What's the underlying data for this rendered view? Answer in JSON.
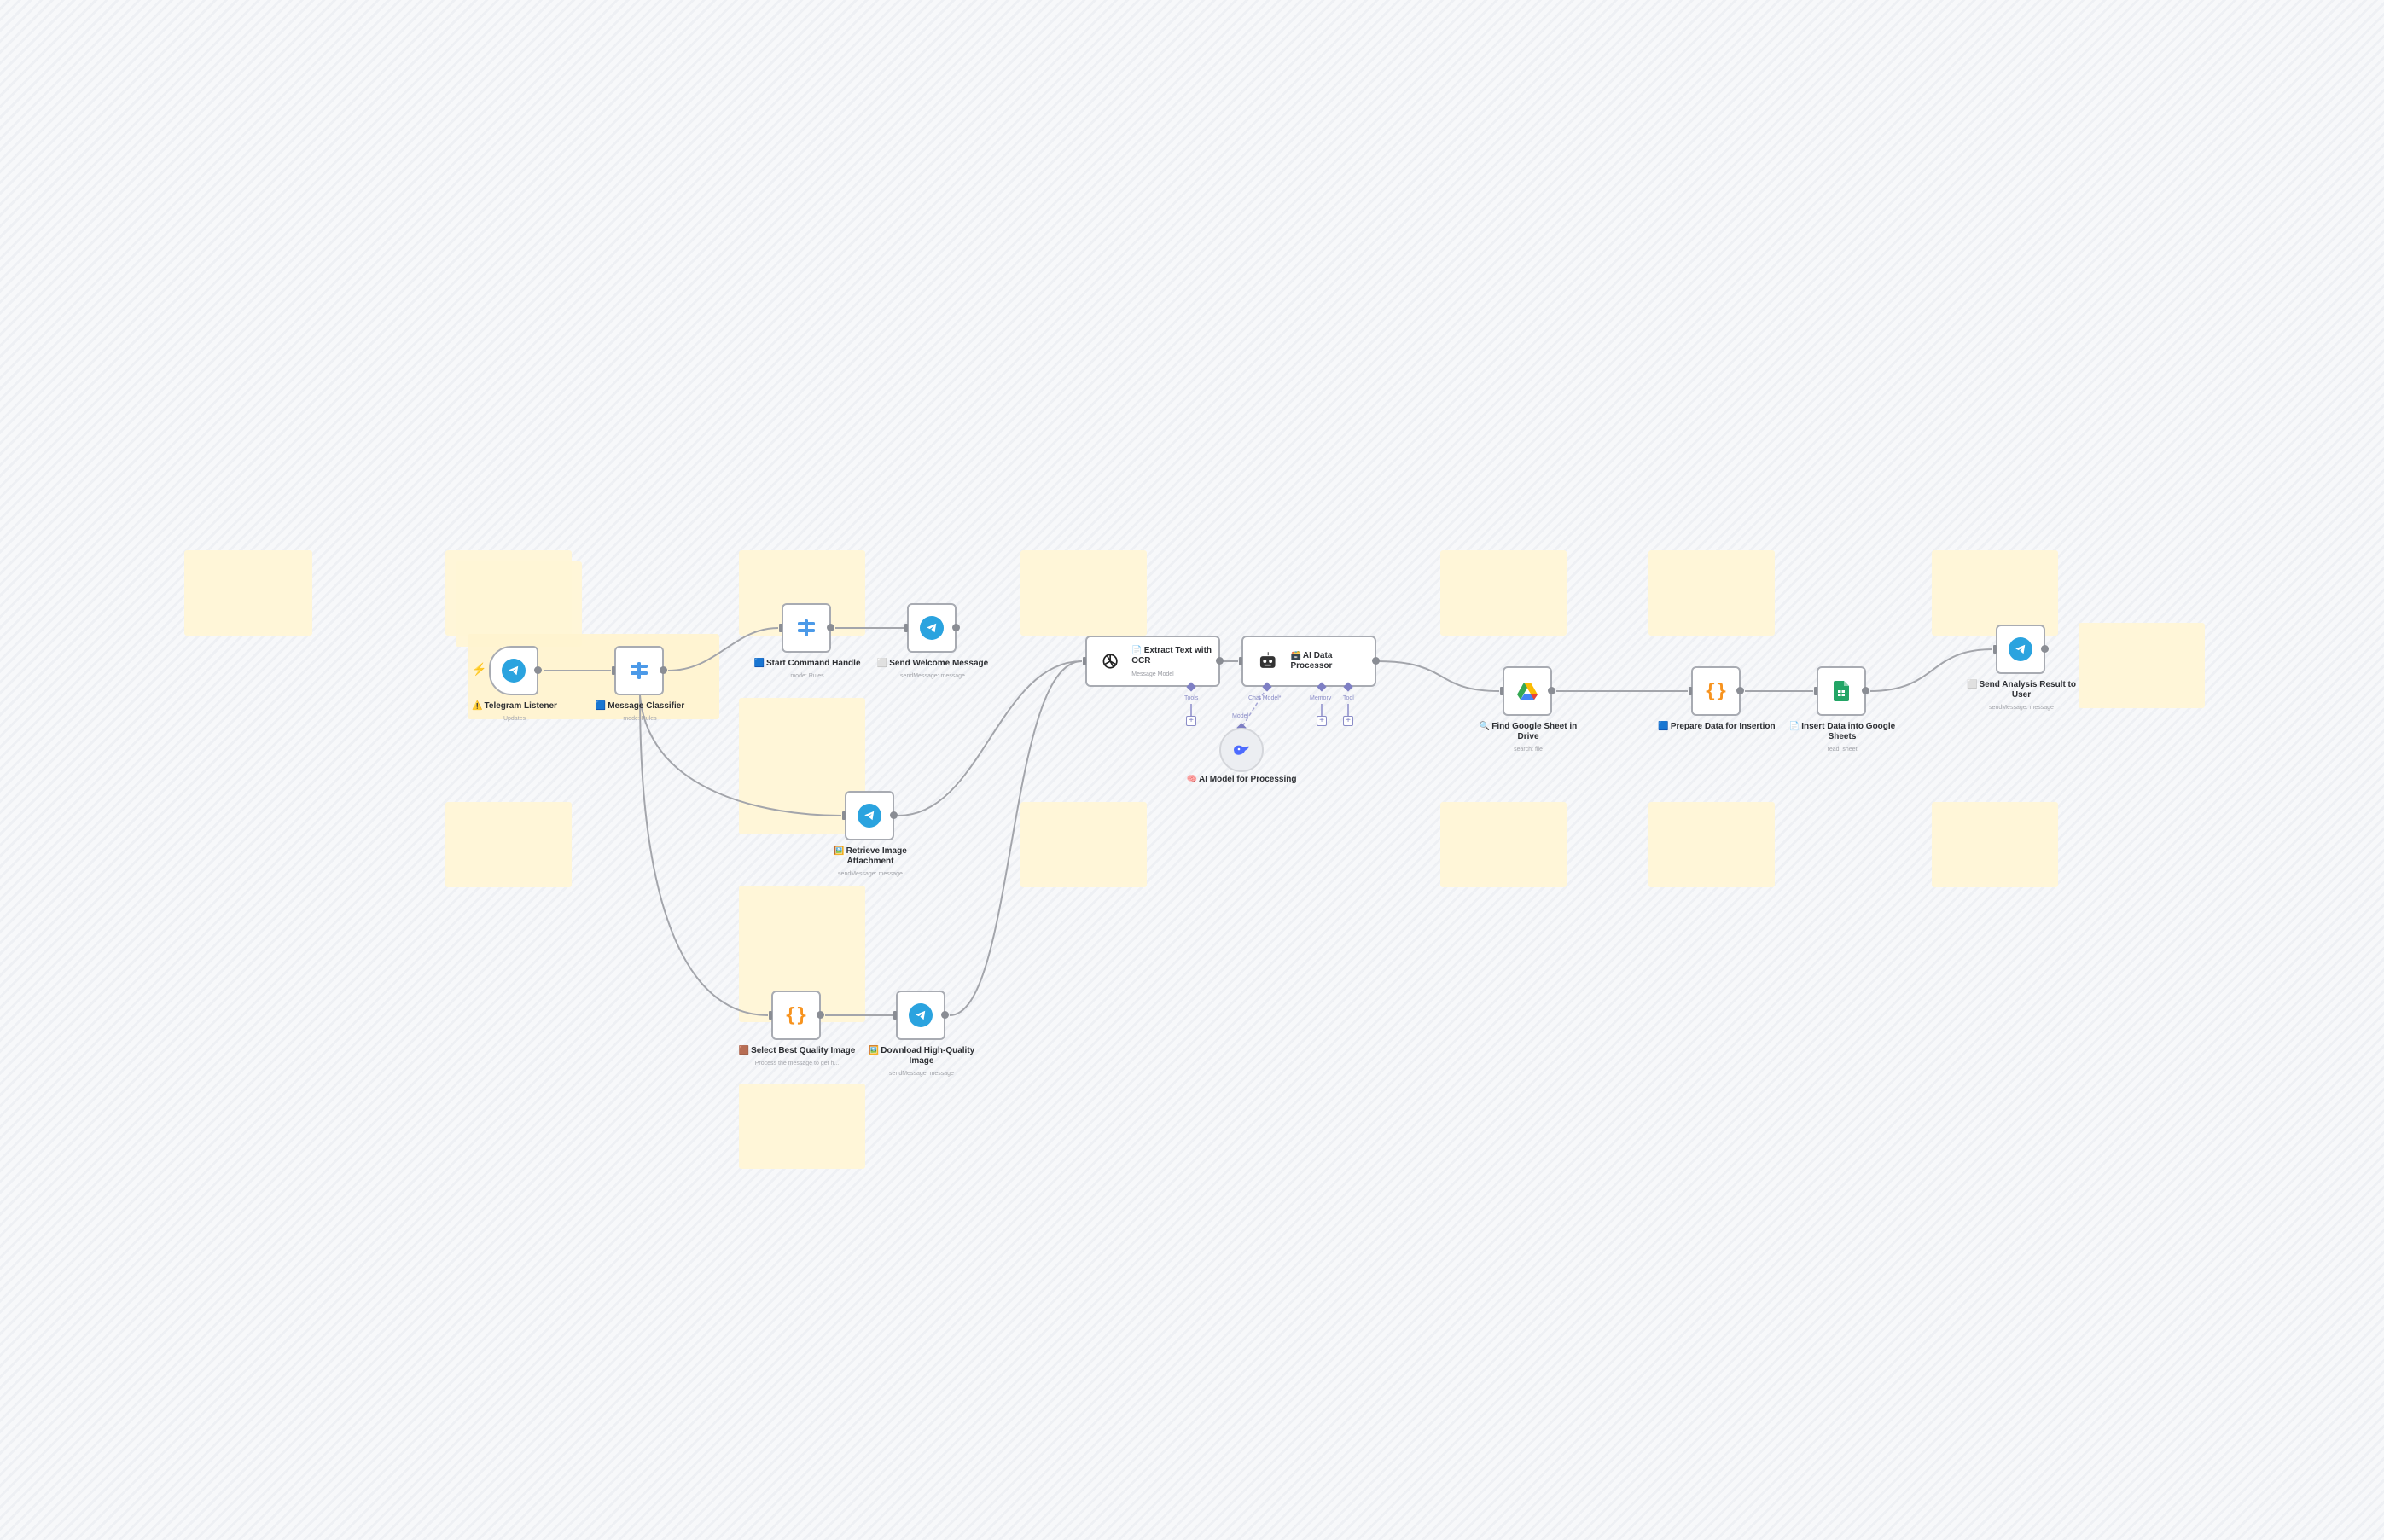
{
  "canvas": {
    "background": "#f5f6f8",
    "sticky_color": "#fff5d6",
    "edge_color": "#9a9ca3",
    "ai_port_color": "#7e7fc4"
  },
  "nodes": {
    "telegram_listener": {
      "label": "Telegram Listener",
      "emoji": "⚠️",
      "subtitle": "Updates",
      "icon": "telegram-icon",
      "trigger_icon": "⚡"
    },
    "message_classifier": {
      "label": "Message Classifier",
      "emoji": "🟦",
      "subtitle": "mode: Rules",
      "icon": "switch-icon"
    },
    "start_command": {
      "label": "Start Command Handle",
      "emoji": "🟦",
      "subtitle": "mode: Rules",
      "icon": "switch-icon"
    },
    "send_welcome": {
      "label": "Send Welcome Message",
      "emoji": "⬜",
      "subtitle": "sendMessage: message",
      "icon": "telegram-icon"
    },
    "retrieve_image": {
      "label": "Retrieve Image Attachment",
      "emoji": "🖼️",
      "subtitle": "sendMessage: message",
      "icon": "telegram-icon"
    },
    "select_best": {
      "label": "Select Best Quality Image",
      "emoji": "🟫",
      "subtitle": "Process the message to get h...",
      "icon": "code-braces-icon"
    },
    "download_hq": {
      "label": "Download High-Quality Image",
      "emoji": "🖼️",
      "subtitle": "sendMessage: message",
      "icon": "telegram-icon"
    },
    "extract_ocr": {
      "label": "Extract Text with OCR",
      "emoji": "📄",
      "subtitle": "Message Model",
      "icon": "openai-icon"
    },
    "ai_processor": {
      "label": "AI Data Processor",
      "emoji": "🗃️",
      "subtitle": "",
      "icon": "robot-icon",
      "ports": [
        "Chat Model*",
        "Memory",
        "Tool"
      ]
    },
    "ocr_ports": [
      "Tools"
    ],
    "ai_model": {
      "label": "AI Model for Processing",
      "emoji": "🧠",
      "port": "Model",
      "icon": "deepseek-whale-icon"
    },
    "find_sheet": {
      "label": "Find Google Sheet in Drive",
      "emoji": "🔍",
      "subtitle": "search: file",
      "icon": "google-drive-icon"
    },
    "prepare_data": {
      "label": "Prepare Data for Insertion",
      "emoji": "🟦",
      "subtitle": "",
      "icon": "code-braces-icon"
    },
    "insert_sheets": {
      "label": "Insert Data into Google Sheets",
      "emoji": "📄",
      "subtitle": "read: sheet",
      "icon": "google-sheets-icon"
    },
    "send_result": {
      "label": "Send Analysis Result to User",
      "emoji": "⬜",
      "subtitle": "sendMessage: message",
      "icon": "telegram-icon"
    }
  }
}
